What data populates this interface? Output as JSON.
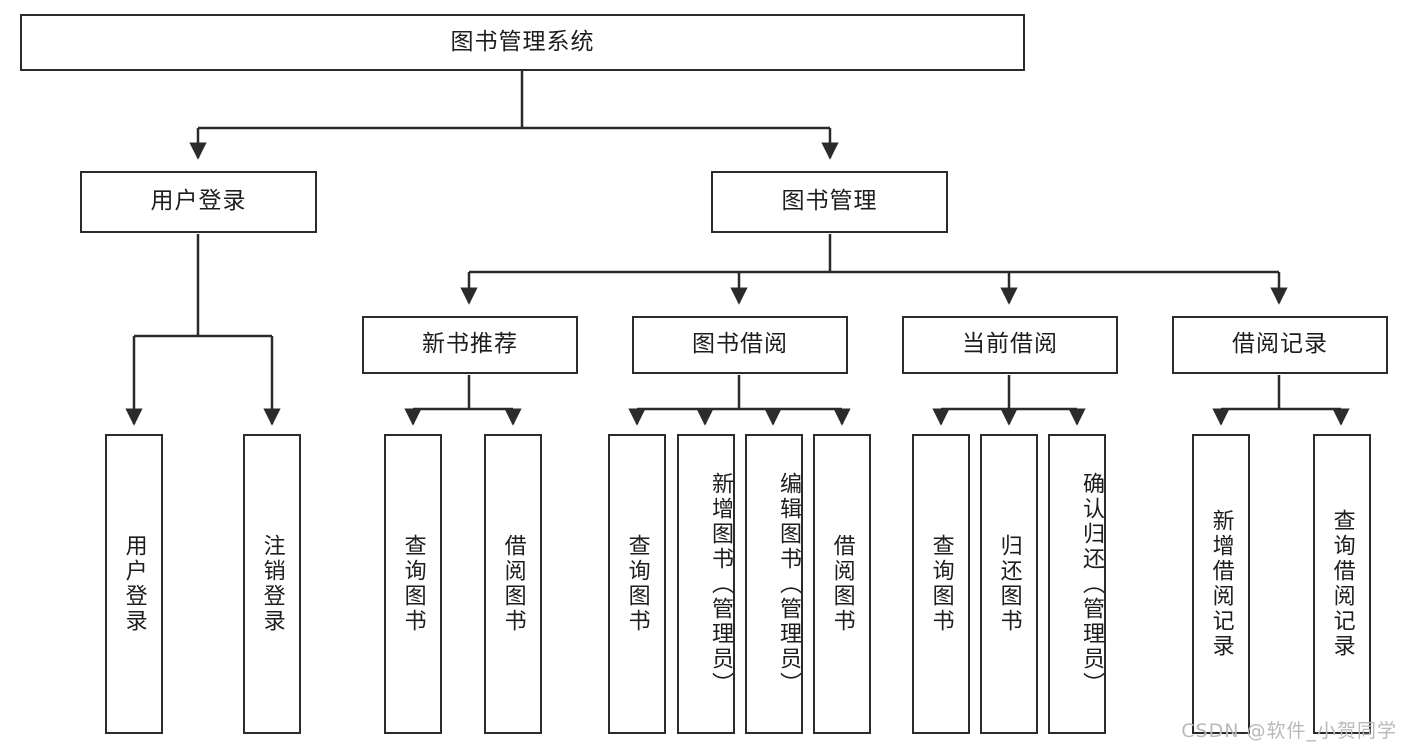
{
  "diagram": {
    "title": "图书管理系统",
    "root": {
      "label": "图书管理系统"
    },
    "level2": [
      {
        "label": "用户登录"
      },
      {
        "label": "图书管理"
      }
    ],
    "level3": [
      {
        "label": "新书推荐"
      },
      {
        "label": "图书借阅"
      },
      {
        "label": "当前借阅"
      },
      {
        "label": "借阅记录"
      }
    ],
    "leaves": {
      "user_login": [
        {
          "label": "用户登录"
        },
        {
          "label": "注销登录"
        }
      ],
      "new_book": [
        {
          "label": "查询图书"
        },
        {
          "label": "借阅图书"
        }
      ],
      "book_borrow": [
        {
          "label": "查询图书"
        },
        {
          "label": "新增图书（管理员）"
        },
        {
          "label": "编辑图书（管理员）"
        },
        {
          "label": "借阅图书"
        }
      ],
      "current_borrow": [
        {
          "label": "查询图书"
        },
        {
          "label": "归还图书"
        },
        {
          "label": "确认归还（管理员）"
        }
      ],
      "borrow_record": [
        {
          "label": "新增借阅记录"
        },
        {
          "label": "查询借阅记录"
        }
      ]
    }
  },
  "watermark": {
    "text": "CSDN @软件_小贺同学"
  },
  "colors": {
    "stroke": "#2b2b2b",
    "background": "#ffffff",
    "text": "#1d1d1d",
    "watermark": "#b9b9b9"
  }
}
